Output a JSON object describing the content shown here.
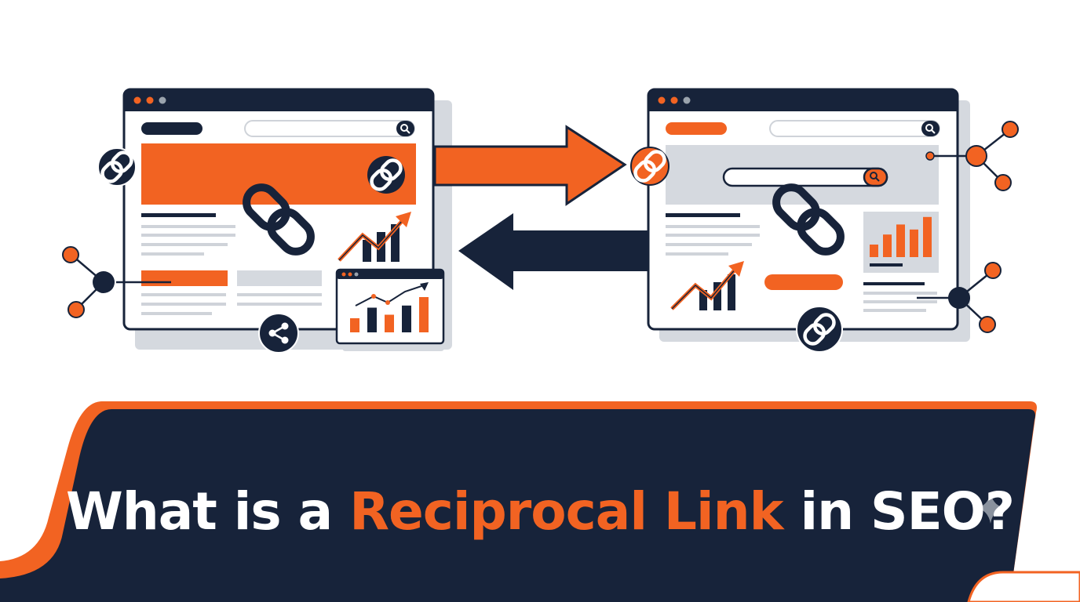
{
  "colors": {
    "navy": "#17233a",
    "orange": "#f26322",
    "gray": "#d5d9df",
    "light_gray": "#eceef1",
    "white": "#ffffff"
  },
  "title": {
    "part1": "What is a ",
    "highlight": "Reciprocal Link",
    "part2": " in SEO?"
  },
  "icons": {
    "link": "link-icon",
    "share": "share-icon",
    "search": "search-icon",
    "network": "network-node-icon",
    "trend": "trend-chart-icon",
    "sparkle": "sparkle-icon"
  },
  "left_site": {
    "window_dots": [
      "#f26322",
      "#f26322",
      "#9aa3ad"
    ],
    "mini_chart_values": [
      2,
      3.5,
      2.5,
      3.8,
      5
    ]
  },
  "right_site": {
    "window_dots": [
      "#f26322",
      "#f26322",
      "#9aa3ad"
    ],
    "bar_chart_values": [
      1,
      1.8,
      2.6,
      2.2,
      3.2
    ]
  }
}
